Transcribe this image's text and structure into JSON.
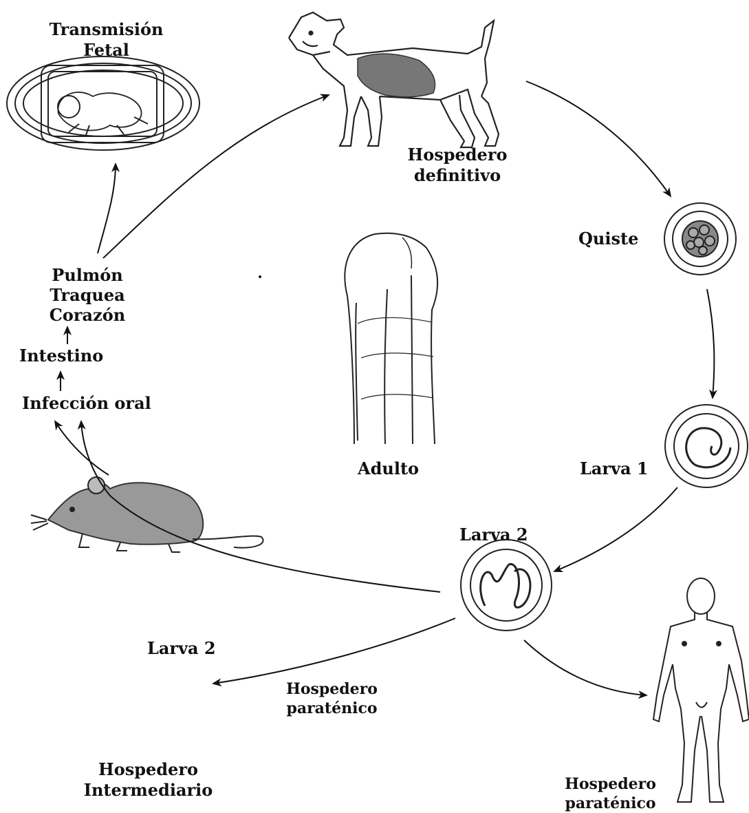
{
  "labels": {
    "fetal_transmission": [
      "Transmisión",
      "Fetal"
    ],
    "definitive_host": [
      "Hospedero",
      "definitivo"
    ],
    "cyst": "Quiste",
    "organs": [
      "Pulmón",
      "Traquea",
      "Corazón"
    ],
    "intestine": "Intestino",
    "oral_infection": "Infección oral",
    "adult": "Adulto",
    "larva1": "Larva 1",
    "larva2_center": "Larva 2",
    "larva2_rodent": "Larva 2",
    "paratenic_host_center": [
      "Hospedero",
      "paraténico"
    ],
    "intermediate_host": [
      "Hospedero",
      "Intermediario"
    ],
    "paratenic_host_human": [
      "Hospedero",
      "paraténico"
    ]
  },
  "illustrations": [
    "fetus-in-uterus",
    "dog",
    "cyst-with-larvae",
    "adult-worm",
    "larva1-capsule",
    "larva2-capsule",
    "rodent",
    "human-figure"
  ]
}
